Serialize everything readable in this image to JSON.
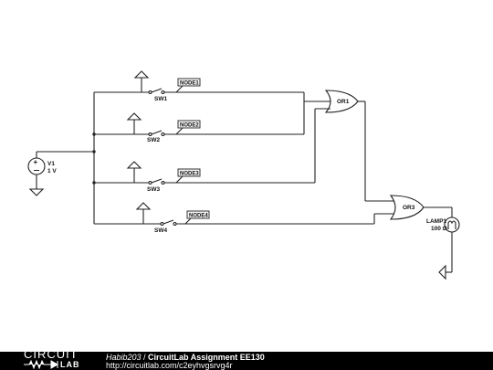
{
  "components": {
    "sw1": "SW1",
    "sw2": "SW2",
    "sw3": "SW3",
    "sw4": "SW4",
    "node1": "NODE1",
    "node2": "NODE2",
    "node3": "NODE3",
    "node4": "NODE4",
    "or1": "OR1",
    "or3": "OR3",
    "v1_name": "V1",
    "v1_value": "1 V",
    "lamp_name": "LAMP1",
    "lamp_value": "100 Ω"
  },
  "footer": {
    "logo_top": "CIRCUIT",
    "logo_bottom": "LAB",
    "author": "Habib203",
    "separator": " / ",
    "title": "CircuitLab Assignment EE130",
    "url": "http://circuitlab.com/c2eyhvgsrvg4r"
  }
}
